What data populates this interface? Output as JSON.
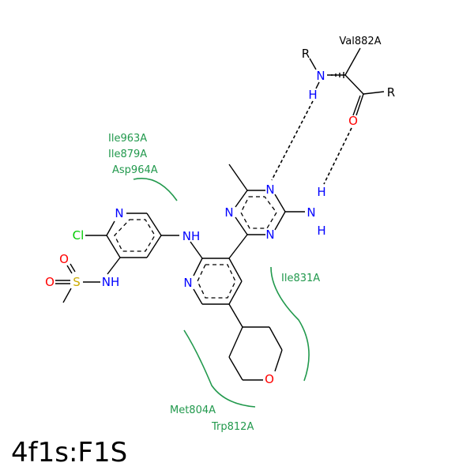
{
  "colors": {
    "bond": "#000000",
    "nitrogen": "#0000ff",
    "oxygen": "#ff0000",
    "chlorine": "#00cc00",
    "sulfur": "#ccaa00",
    "residue": "#22994d",
    "hbond": "#000000"
  },
  "diagram": {
    "caption": "4f1s:F1S",
    "residues": {
      "val882": "Val882A",
      "ile963": "Ile963A",
      "ile879": "Ile879A",
      "asp964": "Asp964A",
      "ile831": "Ile831A",
      "met804": "Met804A",
      "trp812": "Trp812A"
    },
    "atoms": {
      "r_top": "R",
      "r_right": "R",
      "n_val": "N",
      "h_val": "H",
      "o_val": "O",
      "n_tri_top": "N",
      "n_tri_left": "N",
      "n_tri_bottom": "N",
      "n_amine": "N",
      "h_amine_top": "H",
      "h_amine_bottom": "H",
      "n_pyr_top": "N",
      "cl": "Cl",
      "nh_link": "NH",
      "n_pyr2": "N",
      "o_sulf_top": "O",
      "o_sulf_left": "O",
      "s": "S",
      "nh_sulf": "NH",
      "o_thp": "O"
    }
  }
}
